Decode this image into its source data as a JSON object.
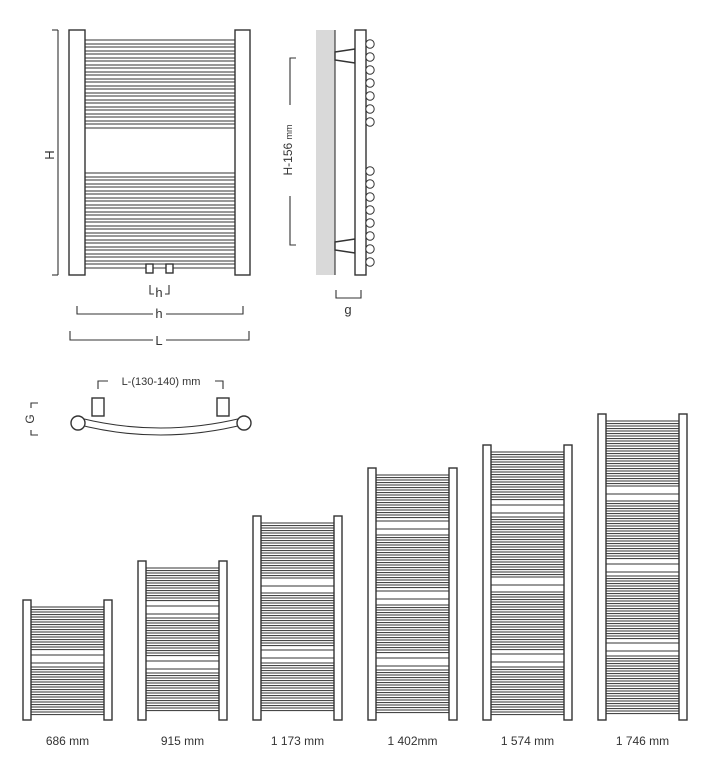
{
  "front_view": {
    "height_label": "H",
    "hub_label": "h",
    "width_between_label": "h",
    "overall_width_label": "L"
  },
  "side_view": {
    "height_label": "H-156",
    "height_unit": "mm",
    "depth_label": "g"
  },
  "top_view": {
    "distance_label": "L-(130-140) mm",
    "depth_label": "G"
  },
  "sizes": [
    {
      "label": "686 mm"
    },
    {
      "label": "915 mm"
    },
    {
      "label": "1 173 mm"
    },
    {
      "label": "1 402mm"
    },
    {
      "label": "1 574 mm"
    },
    {
      "label": "1 746 mm"
    }
  ],
  "colors": {
    "stroke": "#333333",
    "wall": "#d9d9d9",
    "background": "#ffffff"
  }
}
